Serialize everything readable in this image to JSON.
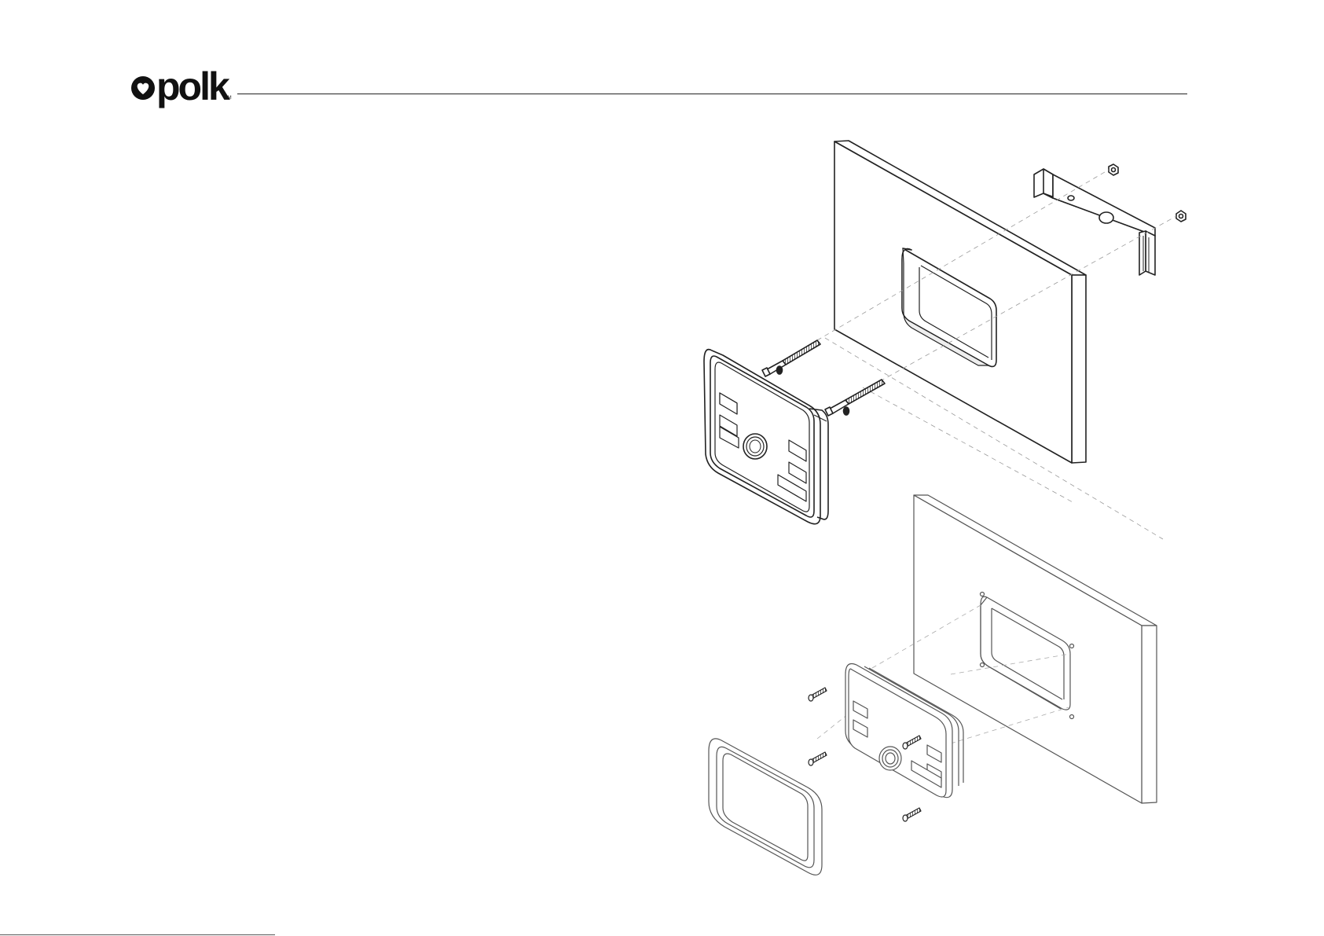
{
  "header": {
    "brand": "polk",
    "trademark": "TM",
    "logo_icon": "heart-circle-logo"
  },
  "figures": [
    {
      "name": "bracket-mount-exploded-view"
    },
    {
      "name": "flush-mount-exploded-view"
    }
  ],
  "colors": {
    "line": "#222222",
    "light_line": "#9a9a9a",
    "fill": "#ffffff"
  }
}
